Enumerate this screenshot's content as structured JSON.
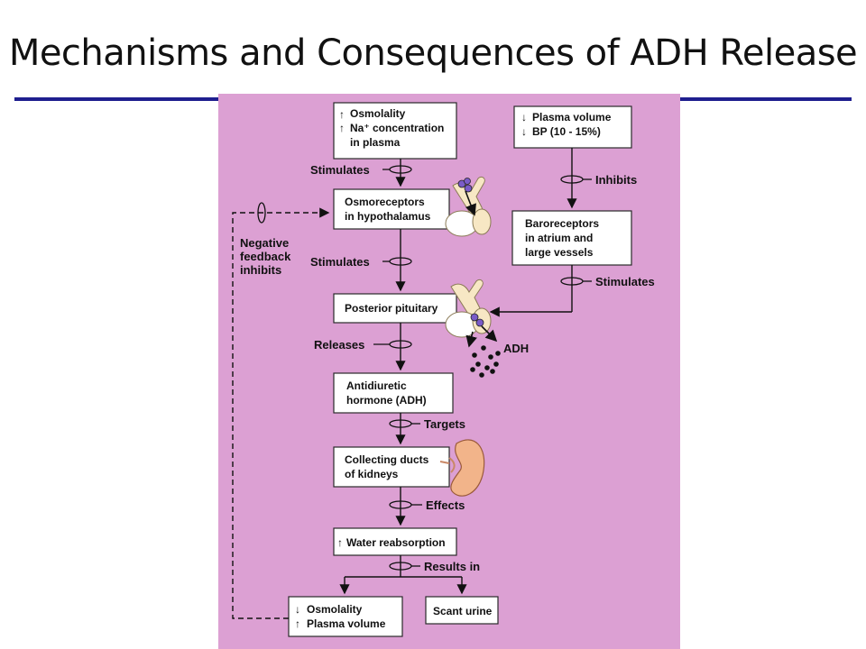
{
  "title": "Mechanisms and Consequences of ADH Release",
  "colors": {
    "panel": "#dca0d3",
    "rule": "#1f1f8f",
    "box": "#ffffff"
  },
  "boxes": {
    "osmolality": {
      "lines": [
        "Osmolality",
        "Na⁺ concentration",
        "in plasma"
      ],
      "arrows": [
        "↑",
        "↑"
      ]
    },
    "plasma_volume": {
      "lines": [
        "Plasma volume",
        "BP (10 - 15%)"
      ],
      "arrows": [
        "↓",
        "↓"
      ]
    },
    "osmoreceptors": {
      "lines": [
        "Osmoreceptors",
        "in hypothalamus"
      ]
    },
    "baroreceptors": {
      "lines": [
        "Baroreceptors",
        "in atrium and",
        "large vessels"
      ]
    },
    "posterior_pituitary": {
      "lines": [
        "Posterior pituitary"
      ]
    },
    "adh_hormone": {
      "lines": [
        "Antidiuretic",
        "hormone (ADH)"
      ]
    },
    "collecting_ducts": {
      "lines": [
        "Collecting ducts",
        "of kidneys"
      ]
    },
    "water_reabsorption": {
      "lines": [
        "Water reabsorption"
      ],
      "arrows": [
        "↑"
      ]
    },
    "osmolality_result": {
      "lines": [
        "Osmolality",
        "Plasma volume"
      ],
      "arrows": [
        "↓",
        "↑"
      ]
    },
    "scant_urine": {
      "lines": [
        "Scant urine"
      ]
    }
  },
  "labels": {
    "stimulates_1": "Stimulates",
    "stimulates_2": "Stimulates",
    "stimulates_3": "Stimulates",
    "inhibits": "Inhibits",
    "releases": "Releases",
    "targets": "Targets",
    "effects": "Effects",
    "results_in": "Results in",
    "adh": "ADH",
    "negative_feedback": [
      "Negative",
      "feedback",
      "inhibits"
    ]
  },
  "icons": [
    "hypothalamus-pituitary-illustration",
    "pituitary-illustration",
    "kidney-illustration",
    "adh-molecules"
  ]
}
